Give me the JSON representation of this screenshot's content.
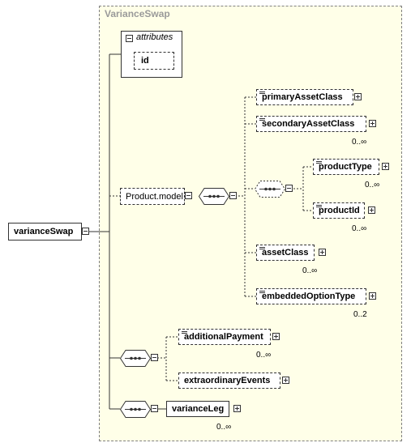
{
  "diagram": {
    "type_name": "VarianceSwap",
    "root": {
      "label": "varianceSwap"
    },
    "attributes": {
      "title": "attributes",
      "items": [
        "id"
      ]
    },
    "group": {
      "label": "Product.model"
    },
    "elements": {
      "primaryAssetClass": "primaryAssetClass",
      "secondaryAssetClass": "secondaryAssetClass",
      "productType": "productType",
      "productId": "productId",
      "assetClass": "assetClass",
      "embeddedOptionType": "embeddedOptionType",
      "additionalPayment": "additionalPayment",
      "extraordinaryEvents": "extraordinaryEvents",
      "varianceLeg": "varianceLeg"
    },
    "cardinalities": {
      "secondaryAssetClass": "0..∞",
      "productType": "0..∞",
      "productId": "0..∞",
      "assetClass": "0..∞",
      "embeddedOptionType": "0..2",
      "additionalPayment": "0..∞",
      "varianceLeg": "0..∞"
    },
    "sequence_marker": "•••"
  }
}
